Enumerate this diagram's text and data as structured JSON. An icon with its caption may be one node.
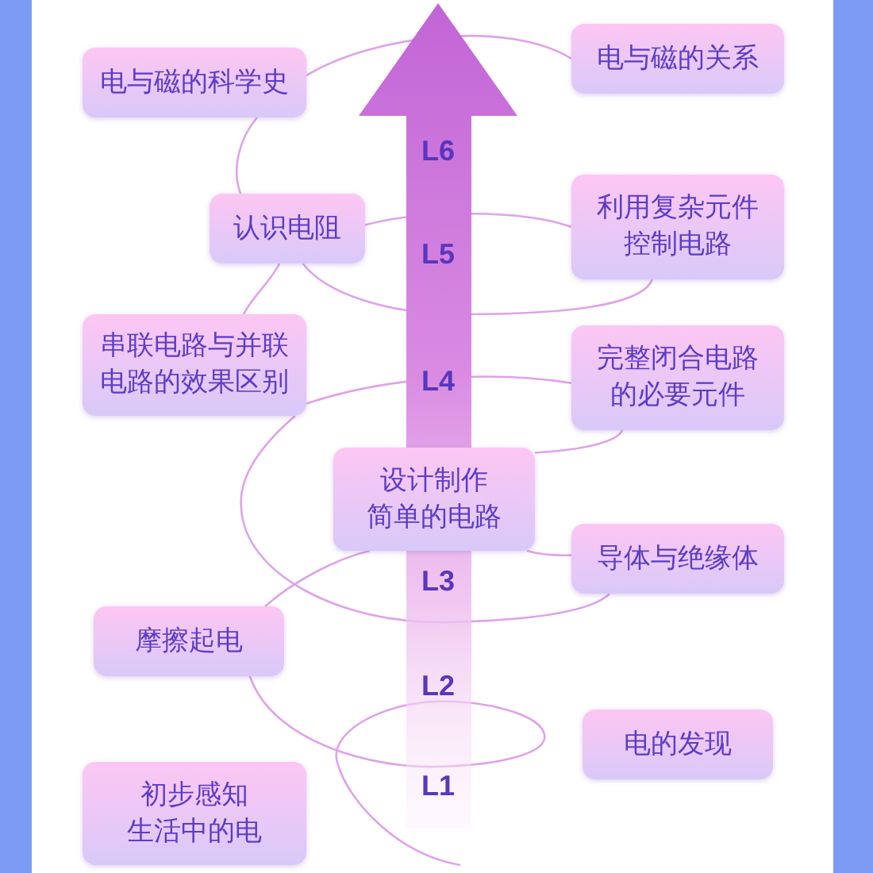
{
  "diagram": {
    "nodes": [
      {
        "text": [
          "电与磁的科学史"
        ]
      },
      {
        "text": [
          "电与磁的关系"
        ]
      },
      {
        "text": [
          "认识电阻"
        ]
      },
      {
        "text": [
          "利用复杂元件控制电路"
        ]
      },
      {
        "text": [
          "串联电路与并联电路的效果区别"
        ]
      },
      {
        "text": [
          "完整闭合电路的必要元件"
        ]
      },
      {
        "text": [
          "设计制作简单的电路"
        ]
      },
      {
        "text": [
          "导体与绝缘体"
        ]
      },
      {
        "text": [
          "摩擦起电"
        ]
      },
      {
        "text": [
          "电的发现"
        ]
      },
      {
        "text": [
          "初步感知生活中的电"
        ]
      }
    ],
    "edges": [
      {
        "from": 0,
        "to": 1,
        "arrow": "none"
      },
      {
        "from": 0,
        "to": 2,
        "arrow": "none"
      },
      {
        "from": 2,
        "to": 3,
        "arrow": "none"
      },
      {
        "from": 2,
        "to": 3,
        "arrow": "none"
      },
      {
        "from": 2,
        "to": 4,
        "arrow": "none"
      },
      {
        "from": 4,
        "to": 5,
        "arrow": "none"
      },
      {
        "from": 4,
        "to": 7,
        "arrow": "none"
      },
      {
        "from": 5,
        "to": 6,
        "arrow": "none"
      },
      {
        "from": 8,
        "to": 6,
        "arrow": "none"
      },
      {
        "from": 6,
        "to": 7,
        "arrow": "none"
      },
      {
        "from": 8,
        "to": null,
        "arrow": "none"
      }
    ],
    "labels": [
      "L6",
      "L5",
      "L4",
      "L3",
      "L2",
      "L1"
    ]
  }
}
